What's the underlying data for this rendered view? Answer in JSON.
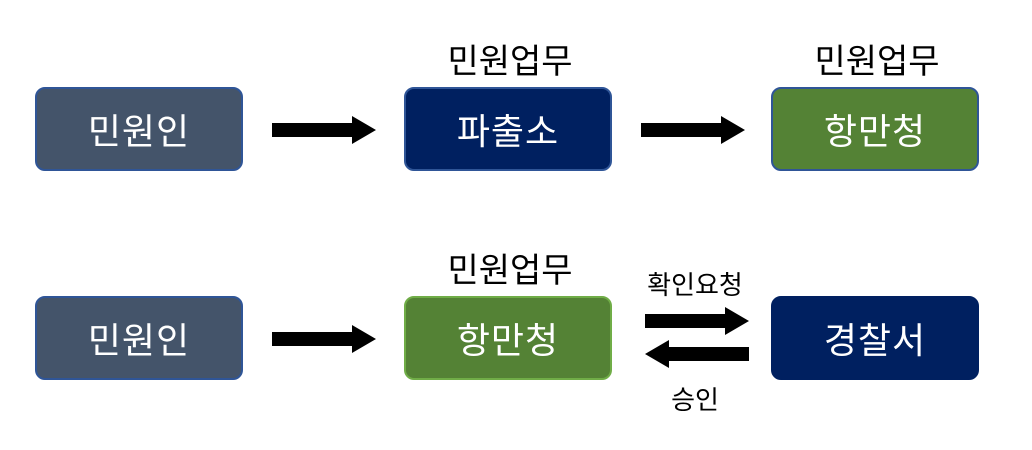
{
  "row1": {
    "source_box": {
      "label": "민원인",
      "color": "#44546A"
    },
    "middle_box": {
      "label": "파출소",
      "color": "#002060",
      "caption": "민원업무"
    },
    "target_box": {
      "label": "항만청",
      "color": "#548235",
      "caption": "민원업무"
    }
  },
  "row2": {
    "source_box": {
      "label": "민원인",
      "color": "#44546A"
    },
    "middle_box": {
      "label": "항만청",
      "color": "#548235",
      "caption": "민원업무"
    },
    "target_box": {
      "label": "경찰서",
      "color": "#002060"
    },
    "request_label": "확인요청",
    "approval_label": "승인"
  }
}
